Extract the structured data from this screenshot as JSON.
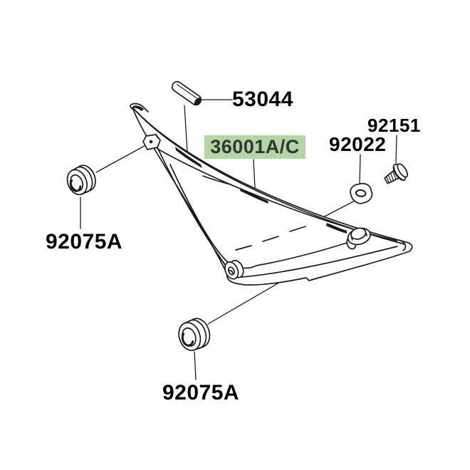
{
  "colors": {
    "background": "#ffffff",
    "line": "#1a1a1a",
    "highlight_bg": "#b2d5a4",
    "highlight_text": "#333333",
    "label_text": "#000000"
  },
  "labels": {
    "trim_pin": "53044",
    "bolt": "92151",
    "washer": "92022",
    "side_cover": "36001A/C",
    "damper_left": "92075A",
    "damper_bottom": "92075A"
  }
}
